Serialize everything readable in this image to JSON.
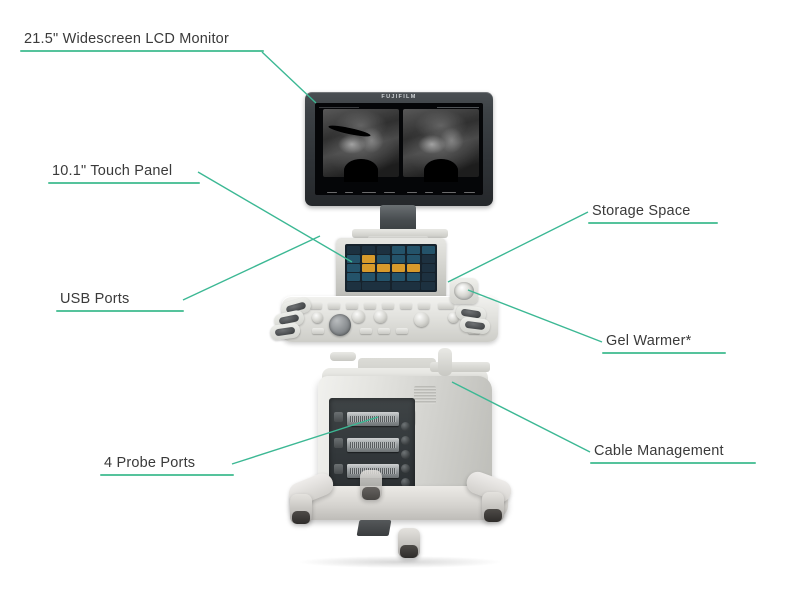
{
  "diagram": {
    "title": "FUJIFILM ultrasound system feature callouts",
    "accent_color": "#55c39c",
    "leader_color": "#3cb894",
    "text_color": "#3a3a3a",
    "background_color": "#ffffff"
  },
  "callouts": [
    {
      "id": "lcd-monitor",
      "label": "21.5\" Widescreen LCD Monitor",
      "side": "left"
    },
    {
      "id": "touch-panel",
      "label": "10.1\" Touch Panel",
      "side": "left"
    },
    {
      "id": "usb-ports",
      "label": "USB Ports",
      "side": "left"
    },
    {
      "id": "probe-ports",
      "label": "4 Probe Ports",
      "side": "left"
    },
    {
      "id": "storage-space",
      "label": "Storage Space",
      "side": "right"
    },
    {
      "id": "gel-warmer",
      "label": "Gel Warmer*",
      "side": "right"
    },
    {
      "id": "cable-management",
      "label": "Cable Management",
      "side": "right"
    }
  ],
  "device": {
    "monitor_brand": "FUJIFILM",
    "screen": {
      "mode": "dual-pane grayscale ultrasound",
      "panes": 2
    },
    "touch_panel": {
      "rows": [
        {
          "buttons": [
            "dark",
            "dark",
            "dark",
            "lab",
            "lab",
            "lab"
          ]
        },
        {
          "buttons": [
            "lab",
            "amber",
            "lab",
            "lab",
            "lab",
            "dark"
          ]
        },
        {
          "buttons": [
            "lab",
            "amber",
            "amber",
            "amber",
            "amber",
            "dark"
          ]
        },
        {
          "buttons": [
            "lab",
            "lab",
            "lab",
            "lab",
            "lab",
            "dark"
          ]
        },
        {
          "buttons": [
            "dark",
            "dark",
            "dark",
            "dark",
            "dark",
            "dark"
          ]
        }
      ]
    },
    "probe_port_count": 4,
    "caster_count": 4
  }
}
